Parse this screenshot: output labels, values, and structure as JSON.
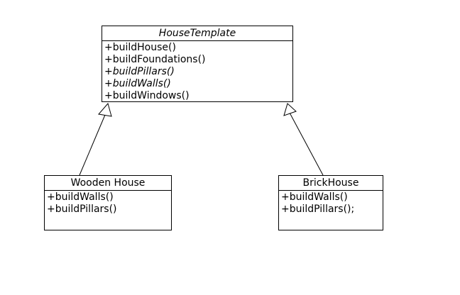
{
  "diagram": {
    "kind": "uml-class-diagram",
    "background_color": "#ffffff",
    "line_color": "#000000",
    "classes": {
      "house_template": {
        "name": "HouseTemplate",
        "name_italic": true,
        "methods": [
          {
            "label": "+buildHouse()",
            "italic": false
          },
          {
            "label": "+buildFoundations()",
            "italic": false
          },
          {
            "label": "+buildPillars()",
            "italic": true
          },
          {
            "label": "+buildWalls()",
            "italic": true
          },
          {
            "label": "+buildWindows()",
            "italic": false
          }
        ]
      },
      "wooden_house": {
        "name": "Wooden House",
        "name_italic": false,
        "methods": [
          {
            "label": "+buildWalls()",
            "italic": false
          },
          {
            "label": "+buildPillars()",
            "italic": false
          }
        ]
      },
      "brick_house": {
        "name": "BrickHouse",
        "name_italic": false,
        "methods": [
          {
            "label": "+buildWalls()",
            "italic": false
          },
          {
            "label": "+buildPillars();",
            "italic": false
          }
        ]
      }
    },
    "relationships": [
      {
        "from": "Wooden House",
        "to": "HouseTemplate",
        "type": "generalization",
        "arrowhead": "hollow-triangle"
      },
      {
        "from": "BrickHouse",
        "to": "HouseTemplate",
        "type": "generalization",
        "arrowhead": "hollow-triangle"
      }
    ]
  }
}
